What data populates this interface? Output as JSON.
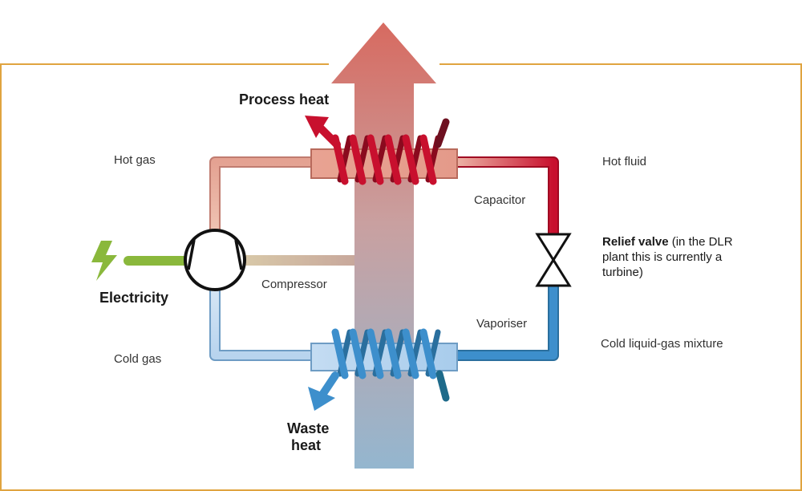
{
  "labels": {
    "process_heat": "Process heat",
    "hot_gas": "Hot gas",
    "hot_fluid": "Hot fluid",
    "capacitor": "Capacitor",
    "relief_valve_bold": "Relief valve",
    "relief_valve_line1": " (in the DLR",
    "relief_valve_line2": "plant this is currently a",
    "relief_valve_line3": "turbine)",
    "electricity": "Electricity",
    "compressor": "Compressor",
    "vaporiser": "Vaporiser",
    "cold_gas": "Cold gas",
    "cold_mixture": "Cold liquid-gas mixture",
    "waste_heat_line1": "Waste",
    "waste_heat_line2": "heat"
  },
  "colors": {
    "frame": "#e0a440",
    "hot": "#c8102e",
    "hot_light": "#e8a090",
    "cold": "#3d8fcc",
    "cold_light": "#b8d4ee",
    "electric": "#8ab83c",
    "arrow_top": "#d76a60",
    "arrow_bottom": "#9ab8d0"
  }
}
